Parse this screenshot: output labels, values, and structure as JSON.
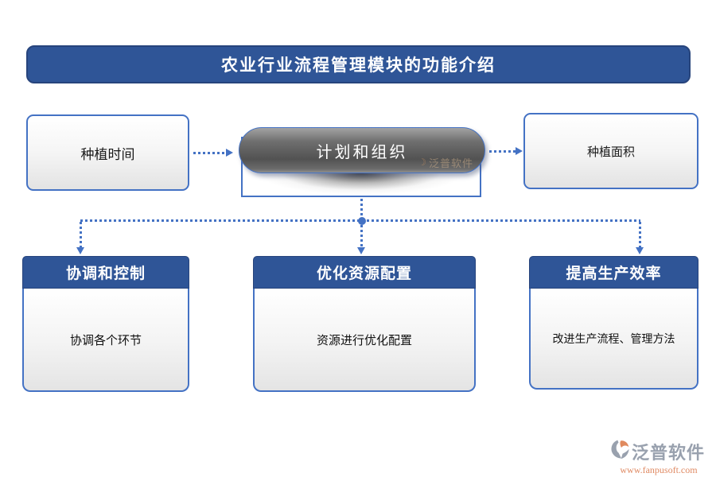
{
  "title": "农业行业流程管理模块的功能介绍",
  "flow": {
    "left": "种植时间",
    "center": "计划和组织",
    "right": "种植面积"
  },
  "features": [
    {
      "header": "协调和控制",
      "body": "协调各个环节"
    },
    {
      "header": "优化资源配置",
      "body": "资源进行优化配置"
    },
    {
      "header": "提高生产效率",
      "body": "改进生产流程、管理方法"
    }
  ],
  "watermark": "泛普软件",
  "logo": {
    "name": "泛普软件",
    "url": "www.fanpusoft.com"
  },
  "icons": {
    "watermark_glyph": "☽"
  },
  "colors": {
    "banner_blue": "#2F5597",
    "header_blue": "#2F5597",
    "border_blue": "#4472C4",
    "connector_blue": "#4472C4",
    "pill_gray": "#5a5a5a",
    "logo_gray": "#99A1AE",
    "logo_orange": "#E08A63"
  }
}
